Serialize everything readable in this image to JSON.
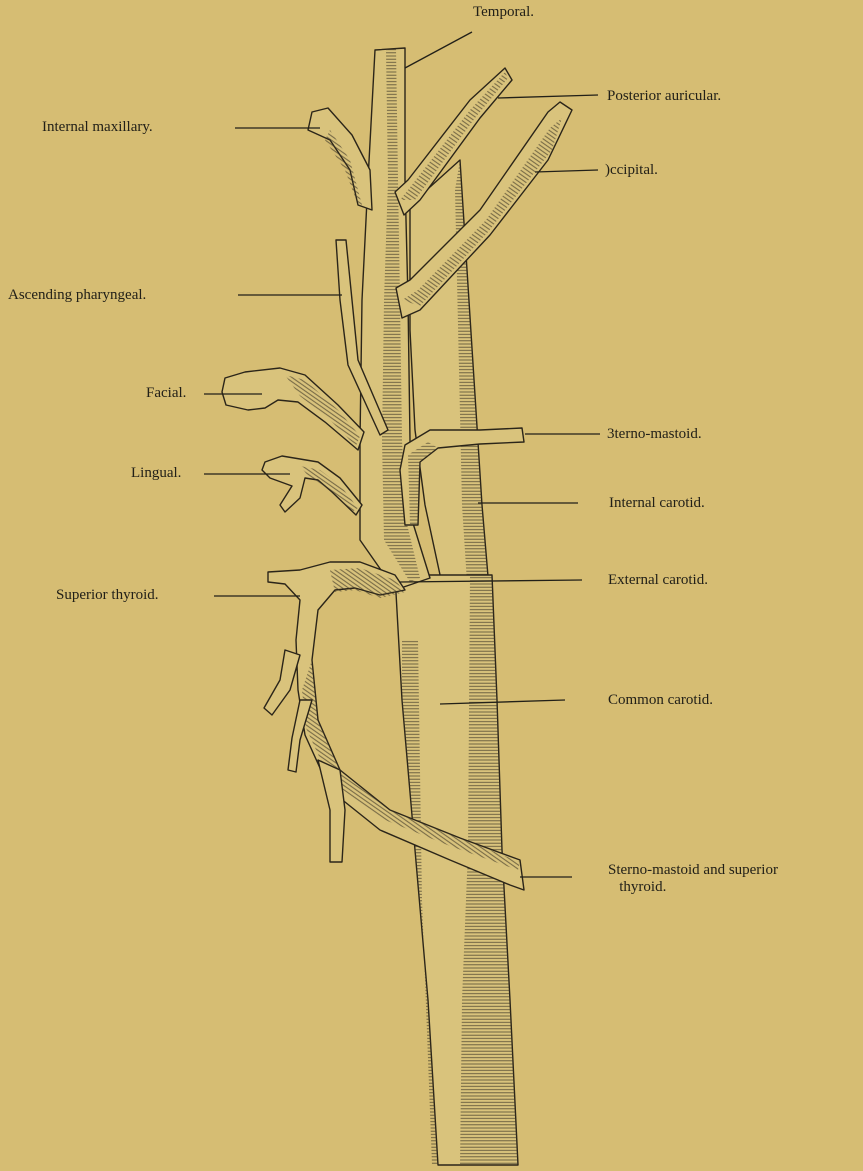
{
  "colors": {
    "background": "#d6bd73",
    "ink": "#222018",
    "vessel_fill": "#d9c37c",
    "hatch": "#3a3324"
  },
  "labels": {
    "temporal": "Temporal.",
    "posterior_auricular": "Posterior auricular.",
    "occipital": ")ccipital.",
    "internal_maxillary": "Internal maxillary.",
    "ascending_pharyngeal": "Ascending pharyngeal.",
    "facial": "Facial.",
    "sterno_mastoid": "3terno-mastoid.",
    "lingual": "Lingual.",
    "internal_carotid": "Internal carotid.",
    "superior_thyroid": "Superior thyroid.",
    "external_carotid": "External carotid.",
    "common_carotid": "Common carotid.",
    "sterno_mastoid_superior_thyroid": "Sterno-mastoid and superior\n   thyroid."
  }
}
